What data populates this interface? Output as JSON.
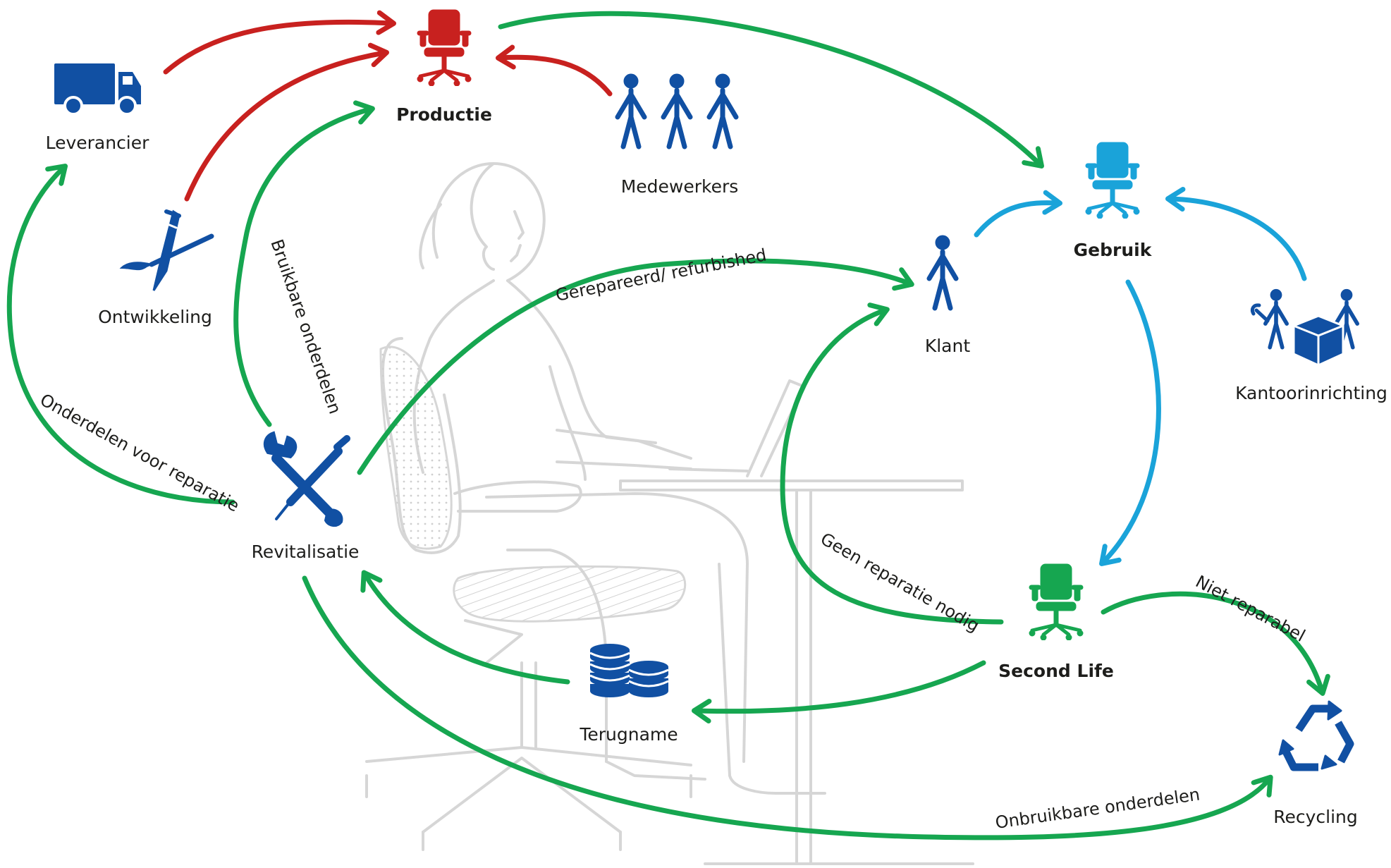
{
  "colors": {
    "red": "#c8211f",
    "green": "#16a650",
    "lightblue": "#1aa3d9",
    "darkblue": "#1150a3",
    "text": "#1d1d1b",
    "sketch": "#d6d6d6"
  },
  "nodes": {
    "productie": "Productie",
    "gebruik": "Gebruik",
    "second_life": "Second Life",
    "leverancier": "Leverancier",
    "medewerkers": "Medewerkers",
    "ontwikkeling": "Ontwikkeling",
    "klant": "Klant",
    "kantoorinrichting": "Kantoorinrichting",
    "revitalisatie": "Revitalisatie",
    "terugname": "Terugname",
    "recycling": "Recycling"
  },
  "edge_labels": {
    "gerepareerd": "Gerepareerd/ refurbished",
    "bruikbare": "Bruikbare onderdelen",
    "onderdelen_reparatie": "Onderdelen voor reparatie",
    "geen_reparatie": "Geen reparatie nodig",
    "niet_reparabel": "Niet reparabel",
    "onbruikbare": "Onbruikbare onderdelen"
  },
  "icons": {
    "productie": "office-chair-icon",
    "gebruik": "office-chair-icon",
    "second_life": "office-chair-icon",
    "leverancier": "truck-icon",
    "medewerkers": "people-group-icon",
    "ontwikkeling": "design-tools-icon",
    "klant": "person-icon",
    "kantoorinrichting": "installers-icon",
    "revitalisatie": "wrench-screwdriver-icon",
    "terugname": "coin-stacks-icon",
    "recycling": "recycle-icon",
    "background": "person-at-desk-sketch"
  }
}
